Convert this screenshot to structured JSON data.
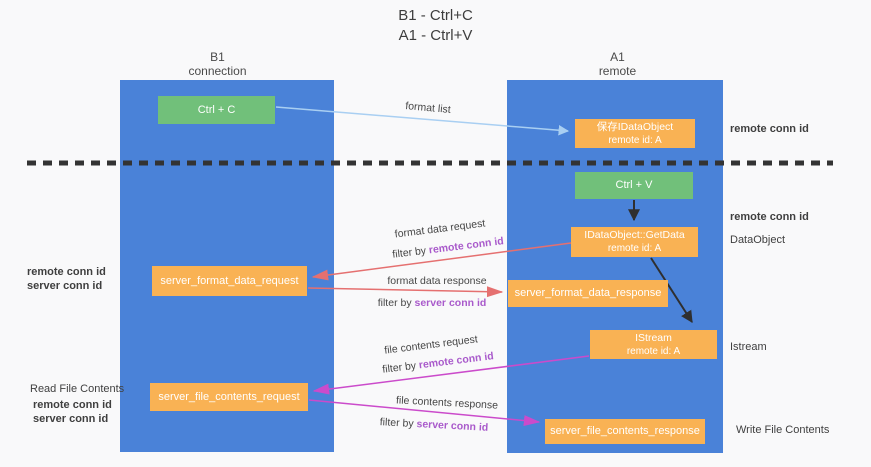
{
  "title": {
    "line1": "B1 - Ctrl+C",
    "line2": "A1 - Ctrl+V"
  },
  "lifelines": {
    "left": {
      "name": "B1",
      "role": "connection"
    },
    "right": {
      "name": "A1",
      "role": "remote"
    }
  },
  "nodes": {
    "ctrl_c": {
      "label": "Ctrl + C"
    },
    "ctrl_v": {
      "label": "Ctrl + V"
    },
    "save_dataobject": {
      "line1": "保存IDataObject",
      "line2": "remote id: A"
    },
    "getdata": {
      "line1": "IDataObject::GetData",
      "line2": "remote id: A"
    },
    "istream": {
      "line1": "IStream",
      "line2": "remote id: A"
    },
    "format_request": {
      "label": "server_format_data_request"
    },
    "format_response": {
      "label": "server_format_data_response"
    },
    "file_request": {
      "label": "server_file_contents_request"
    },
    "file_response": {
      "label": "server_file_contents_response"
    }
  },
  "edges": {
    "format_list": {
      "label": "format list"
    },
    "format_data_request": {
      "label": "format data request",
      "filter_prefix": "filter by",
      "filter_key": "remote conn id"
    },
    "format_data_response": {
      "label": "format data response",
      "filter_prefix": "filter by",
      "filter_key": "server conn id"
    },
    "file_contents_request": {
      "label": "file contents request",
      "filter_prefix": "filter by",
      "filter_key": "remote conn id"
    },
    "file_contents_response": {
      "label": "file contents response",
      "filter_prefix": "filter by",
      "filter_key": "server conn id"
    }
  },
  "annotations": {
    "right_top_remote_conn_id": "remote conn id",
    "right_mid_remote_conn_id": "remote conn id",
    "dataobject": "DataObject",
    "istream": "Istream",
    "write_file_contents": "Write File Contents",
    "read_file_contents": "Read File Contents",
    "left_top": {
      "remote": "remote conn id",
      "server": "server conn id"
    },
    "left_bottom": {
      "remote": "remote conn id",
      "server": "server conn id"
    }
  },
  "colors": {
    "lifeline_blue": "#4a82d8",
    "node_orange": "#f9b254",
    "node_green": "#71c07a",
    "arrow_light_blue": "#a9cff2",
    "arrow_salmon": "#e57070",
    "arrow_magenta": "#cb4bcb",
    "arrow_black": "#2f2f2f",
    "separator_black": "#333333",
    "purple_text": "#a95acb",
    "green_text": "#72c281"
  }
}
